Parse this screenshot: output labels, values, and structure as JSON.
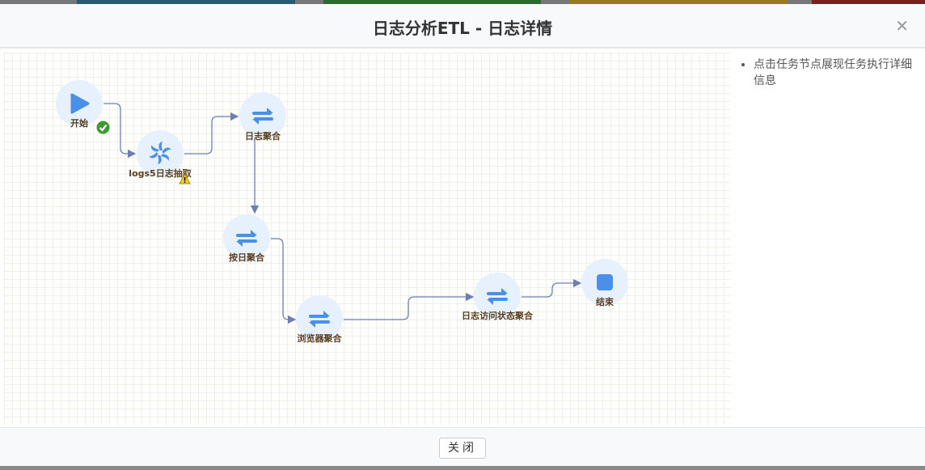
{
  "dialog": {
    "title": "日志分析ETL - 日志详情",
    "close_icon": "close-icon",
    "close_button": "关闭"
  },
  "sidebar": {
    "hint": "点击任务节点展现任务执行详细信息"
  },
  "flow": {
    "nodes": [
      {
        "label": "开始",
        "icon": "play-icon",
        "status": "success"
      },
      {
        "label": "logs5日志抽取",
        "icon": "pinwheel-icon",
        "status": "warning"
      },
      {
        "label": "日志聚合",
        "icon": "swap-arrows-icon"
      },
      {
        "label": "按日聚合",
        "icon": "swap-arrows-icon"
      },
      {
        "label": "浏览器聚合",
        "icon": "swap-arrows-icon"
      },
      {
        "label": "日志访问状态聚合",
        "icon": "swap-arrows-icon"
      },
      {
        "label": "结束",
        "icon": "stop-icon"
      }
    ],
    "colors": {
      "node_bg": "#e6f1fd",
      "icon": "#4a90e8",
      "edge": "#6c7fb0",
      "label": "#5a3d1e"
    }
  }
}
